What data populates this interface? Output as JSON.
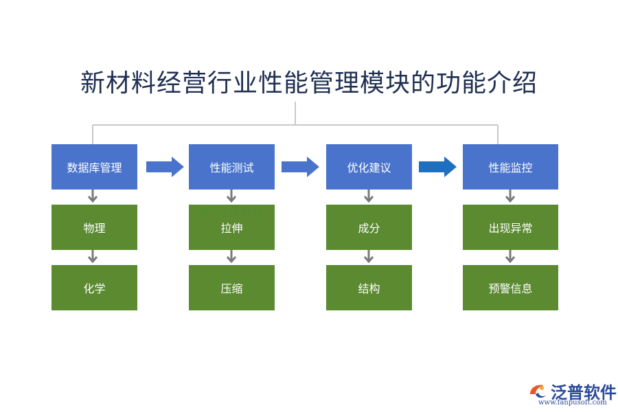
{
  "title": "新材料经营行业性能管理模块的功能介绍",
  "columns": [
    {
      "header": "数据库管理",
      "items": [
        "物理",
        "化学"
      ]
    },
    {
      "header": "性能测试",
      "items": [
        "拉伸",
        "压缩"
      ]
    },
    {
      "header": "优化建议",
      "items": [
        "成分",
        "结构"
      ]
    },
    {
      "header": "性能监控",
      "items": [
        "出现异常",
        "预警信息"
      ]
    }
  ],
  "watermark": {
    "text": "泛普软件"
  },
  "logo": {
    "name": "泛普软件",
    "url": "www.fanpusoft.com"
  },
  "colors": {
    "header_box": "#4a74cc",
    "item_box": "#5b8a31",
    "arrow": "#4a74cc",
    "arrow_dark": "#1f6fbf",
    "connector": "#c8c8c8"
  }
}
